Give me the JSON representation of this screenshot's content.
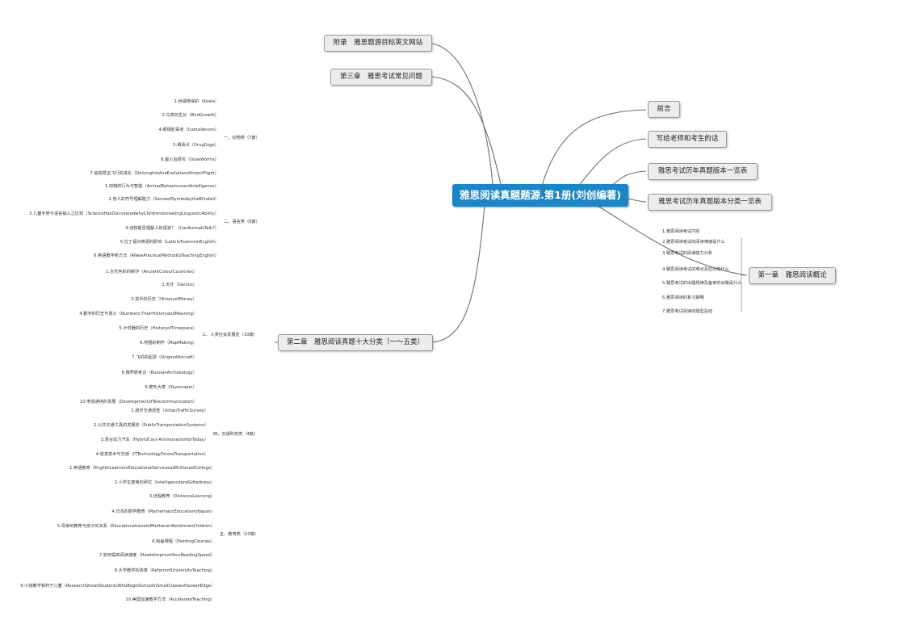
{
  "root": {
    "title": "雅思阅读真题题源.第1册(刘创编著)"
  },
  "right": [
    {
      "label": "前言"
    },
    {
      "label": "写给老师和考生的话"
    },
    {
      "label": "雅思考试历年真题版本一览表"
    },
    {
      "label": "雅思考试历年真题版本分类一览表"
    },
    {
      "label": "第一章　雅思阅读概论",
      "children": [
        "1.雅思阅读考试内容",
        "2.雅思阅读考试的阅读难度是什么",
        "3.雅思考试的阅读能力分析",
        "4.雅思阅读考试的难点及应对有什么",
        "5.雅思考试的出题规律及备考的出路是什么",
        "6.雅思阅读的复习策略",
        "7.雅思考试阅读的题型总结"
      ]
    }
  ],
  "left": [
    {
      "label": "附录　雅思题源目标英文网站"
    },
    {
      "label": "第三章　雅思考试常见问题"
    },
    {
      "label": "第二章　雅思阅读真题十大分类（一～五类）",
      "groups": [
        {
          "label": "一、动物类（7篇）",
          "items": [
            "1.树袋熊保护（Koala）",
            "2.鸟类的生长（BirdGrowth）",
            "4.眼镜蛇毒液（CobraVenom）",
            "5.缉毒犬（DrugDogs）",
            "6.萤火虫研究（GlowWorms）",
            "7.追踪昆虫飞行的进化（DelvingIntotheEvolutionofInsectFlight）"
          ]
        },
        {
          "label": "二、语言类（6篇）",
          "items": [
            "1.动物的行为与智能（AnimalBehaviourandIntelligence）",
            "2.盲人的符号理解能力（SenseofSymbolbytheBlinded）",
            "3.儿童手势与语言输入之比较（ScienceHasDiscoveredwhyChildrensIsreatingLinguisticAbility）",
            "4.动物能否理解人的语言？（CanAnimalsTalk?）",
            "5.拉丁语对英语的影响（LatinInfluenceinEnglish）",
            "6.英语教学新方法（ANewPracticalMethodtoTeachingEnglish）"
          ]
        },
        {
          "label": "三、人类社会发展史（10篇）",
          "items": [
            "1.古代色彩的制作（AncientColourCountries）",
            "2.天才（Genius）",
            "3.货币的历史（HistoryofMoney）",
            "4.数字的历史与意义（Numbers:TheirHistoryandMeaning）",
            "5.计时器的历史（HistoryofTimepiece）",
            "6.地图的制作（MapMaking）",
            "7.飞机的起源（OriginofAircraft）",
            "8.俄罗斯考古（RussianArchaeology）",
            "9.摩天大楼（Skyscraper）",
            "10.电信通信的发展（DevelopmentofTelecommunication）"
          ]
        },
        {
          "label": "四、交通科技类（4篇）",
          "items": [
            "1.城市交通调查（UrbanTrafficSurvey）",
            "2.公共交通工具的发展史（PublicTransportationSystems）",
            "3.混合动力汽车（HybridCars-AnInnovationforToday）",
            "4.信息技术与交通（ITTechnologyDrivesTransportation）"
          ]
        },
        {
          "label": "五、教育类（10篇）",
          "items": [
            "1.英语教育（EnglishLearnersEducationalServicesatMcDonaldCollege）",
            "2.小学生智商的研究（IntelligenceandGiftedness）",
            "3.远程教育（DistanceLearning）",
            "4.日本的数学教育（MathematicEducationofJapan）",
            "5.母亲的教育与孩子的关系（EducationalLevelofMothersinRelationtoChildren）",
            "6.绘画课程（PaintingCourses）",
            "7.如何提高阅读速度（HowtoImproveYourReadingSpeed）",
            "8.大学教学的改革（ReformofUniversityTeaching）",
            "9.小班教学有利于儿童（ResearchShowsStudentsWhoBeginSchoolinSmallClassesHaveanEdge）",
            "10.美国加速教学方法（AccelerateTeaching）"
          ]
        }
      ]
    }
  ]
}
